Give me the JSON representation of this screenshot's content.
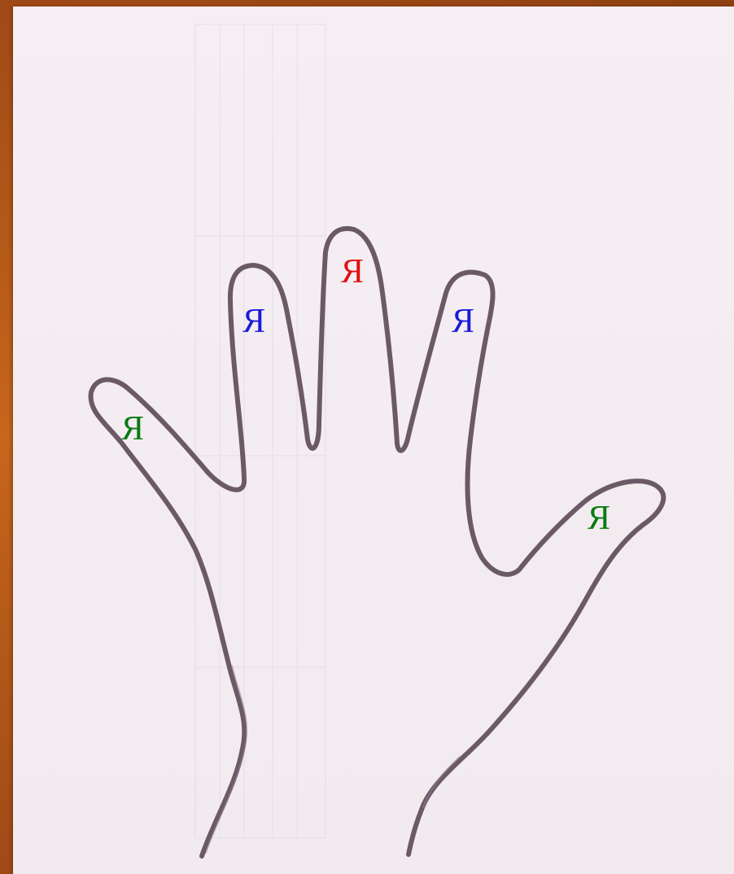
{
  "image": {
    "description_tag": "hand-outline-drawing",
    "paper_color": "#f4eef2",
    "outline_color": "#6b5a66",
    "background_color": "#b45a1e"
  },
  "fingers": {
    "thumb": {
      "text": "Я",
      "color": "#0a7a12"
    },
    "index": {
      "text": "Я",
      "color": "#1a1ad8"
    },
    "middle": {
      "text": "Я",
      "color": "#e01010"
    },
    "ring": {
      "text": "Я",
      "color": "#1a1ad8"
    },
    "pinky": {
      "text": "Я",
      "color": "#0a7a12"
    }
  }
}
